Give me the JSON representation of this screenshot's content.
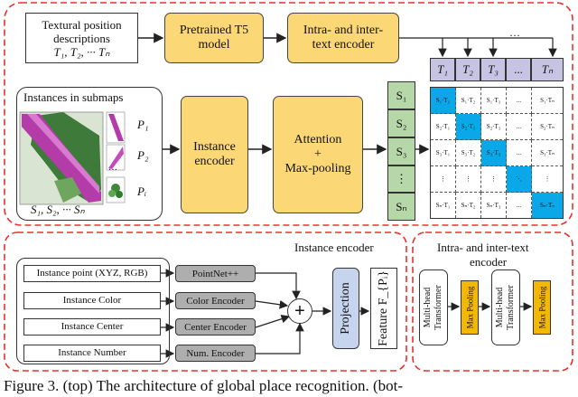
{
  "top": {
    "textual_box": {
      "line1": "Textural position",
      "line2": "descriptions",
      "line3": "T₁, T₂, ··· Tₙ"
    },
    "t5_box": {
      "line1": "Pretrained T5",
      "line2": "model"
    },
    "text_encoder_box": {
      "line1": "Intra- and inter-",
      "line2": "text encoder"
    },
    "dots": "···",
    "token_labels": [
      "T₁",
      "T₂",
      "T₃",
      "...",
      "Tₙ"
    ],
    "instances_title": "Instances in submaps",
    "instances_bottom": "S₁, S₂, ··· Sₙ",
    "p_labels": [
      "P₁",
      "P₂",
      "···",
      "Pᵢ"
    ],
    "instance_encoder_box": {
      "line1": "Instance",
      "line2": "encoder"
    },
    "attention_box": {
      "line1": "Attention",
      "line2": "+",
      "line3": "Max-pooling"
    },
    "s_labels": [
      "S₁",
      "S₂",
      "S₃",
      "⋮",
      "Sₙ"
    ],
    "matrix": [
      [
        "S₁·T₁",
        "S₁·T₂",
        "S₁·T₃",
        "...",
        "S₁·Tₙ"
      ],
      [
        "S₂·T₁",
        "S₂·T₂",
        "S₂·T₃",
        "...",
        "S₂·Tₙ"
      ],
      [
        "S₃·T₁",
        "S₃·T₂",
        "S₃·T₃",
        "...",
        "S₃·Tₙ"
      ],
      [
        "⋮",
        "⋮",
        "⋮",
        "⋱",
        "⋮"
      ],
      [
        "Sₙ·T₁",
        "Sₙ·T₂",
        "Sₙ·T₃",
        "...",
        "Sₙ·Tₙ"
      ]
    ]
  },
  "bottom_left": {
    "title": "Instance encoder",
    "inputs": [
      "Instance point (XYZ, RGB)",
      "Instance Color",
      "Instance Center",
      "Instance Number"
    ],
    "encoders": [
      "PointNet++",
      "Color Encoder",
      "Center Encoder",
      "Num. Encoder"
    ],
    "plus": "+",
    "projection": "Projection",
    "feature": "Feature F_{Pᵢ}"
  },
  "bottom_right": {
    "title_line1": "Intra- and inter-text",
    "title_line2": "encoder",
    "transformer": "Multi-head Transformer",
    "pooling": "Max Pooling"
  },
  "caption": "Figure 3. (top) The architecture of global place recognition. (bot-",
  "colors": {
    "dashed_border": "#e8312f",
    "gold": "#fbd776",
    "cyan_highlight": "#0aa8e8",
    "token_purple": "#c6c3e3",
    "s_green": "#b6d7a8",
    "encoder_gray": "#aeaeae",
    "pooling_orange": "#f5b800"
  }
}
